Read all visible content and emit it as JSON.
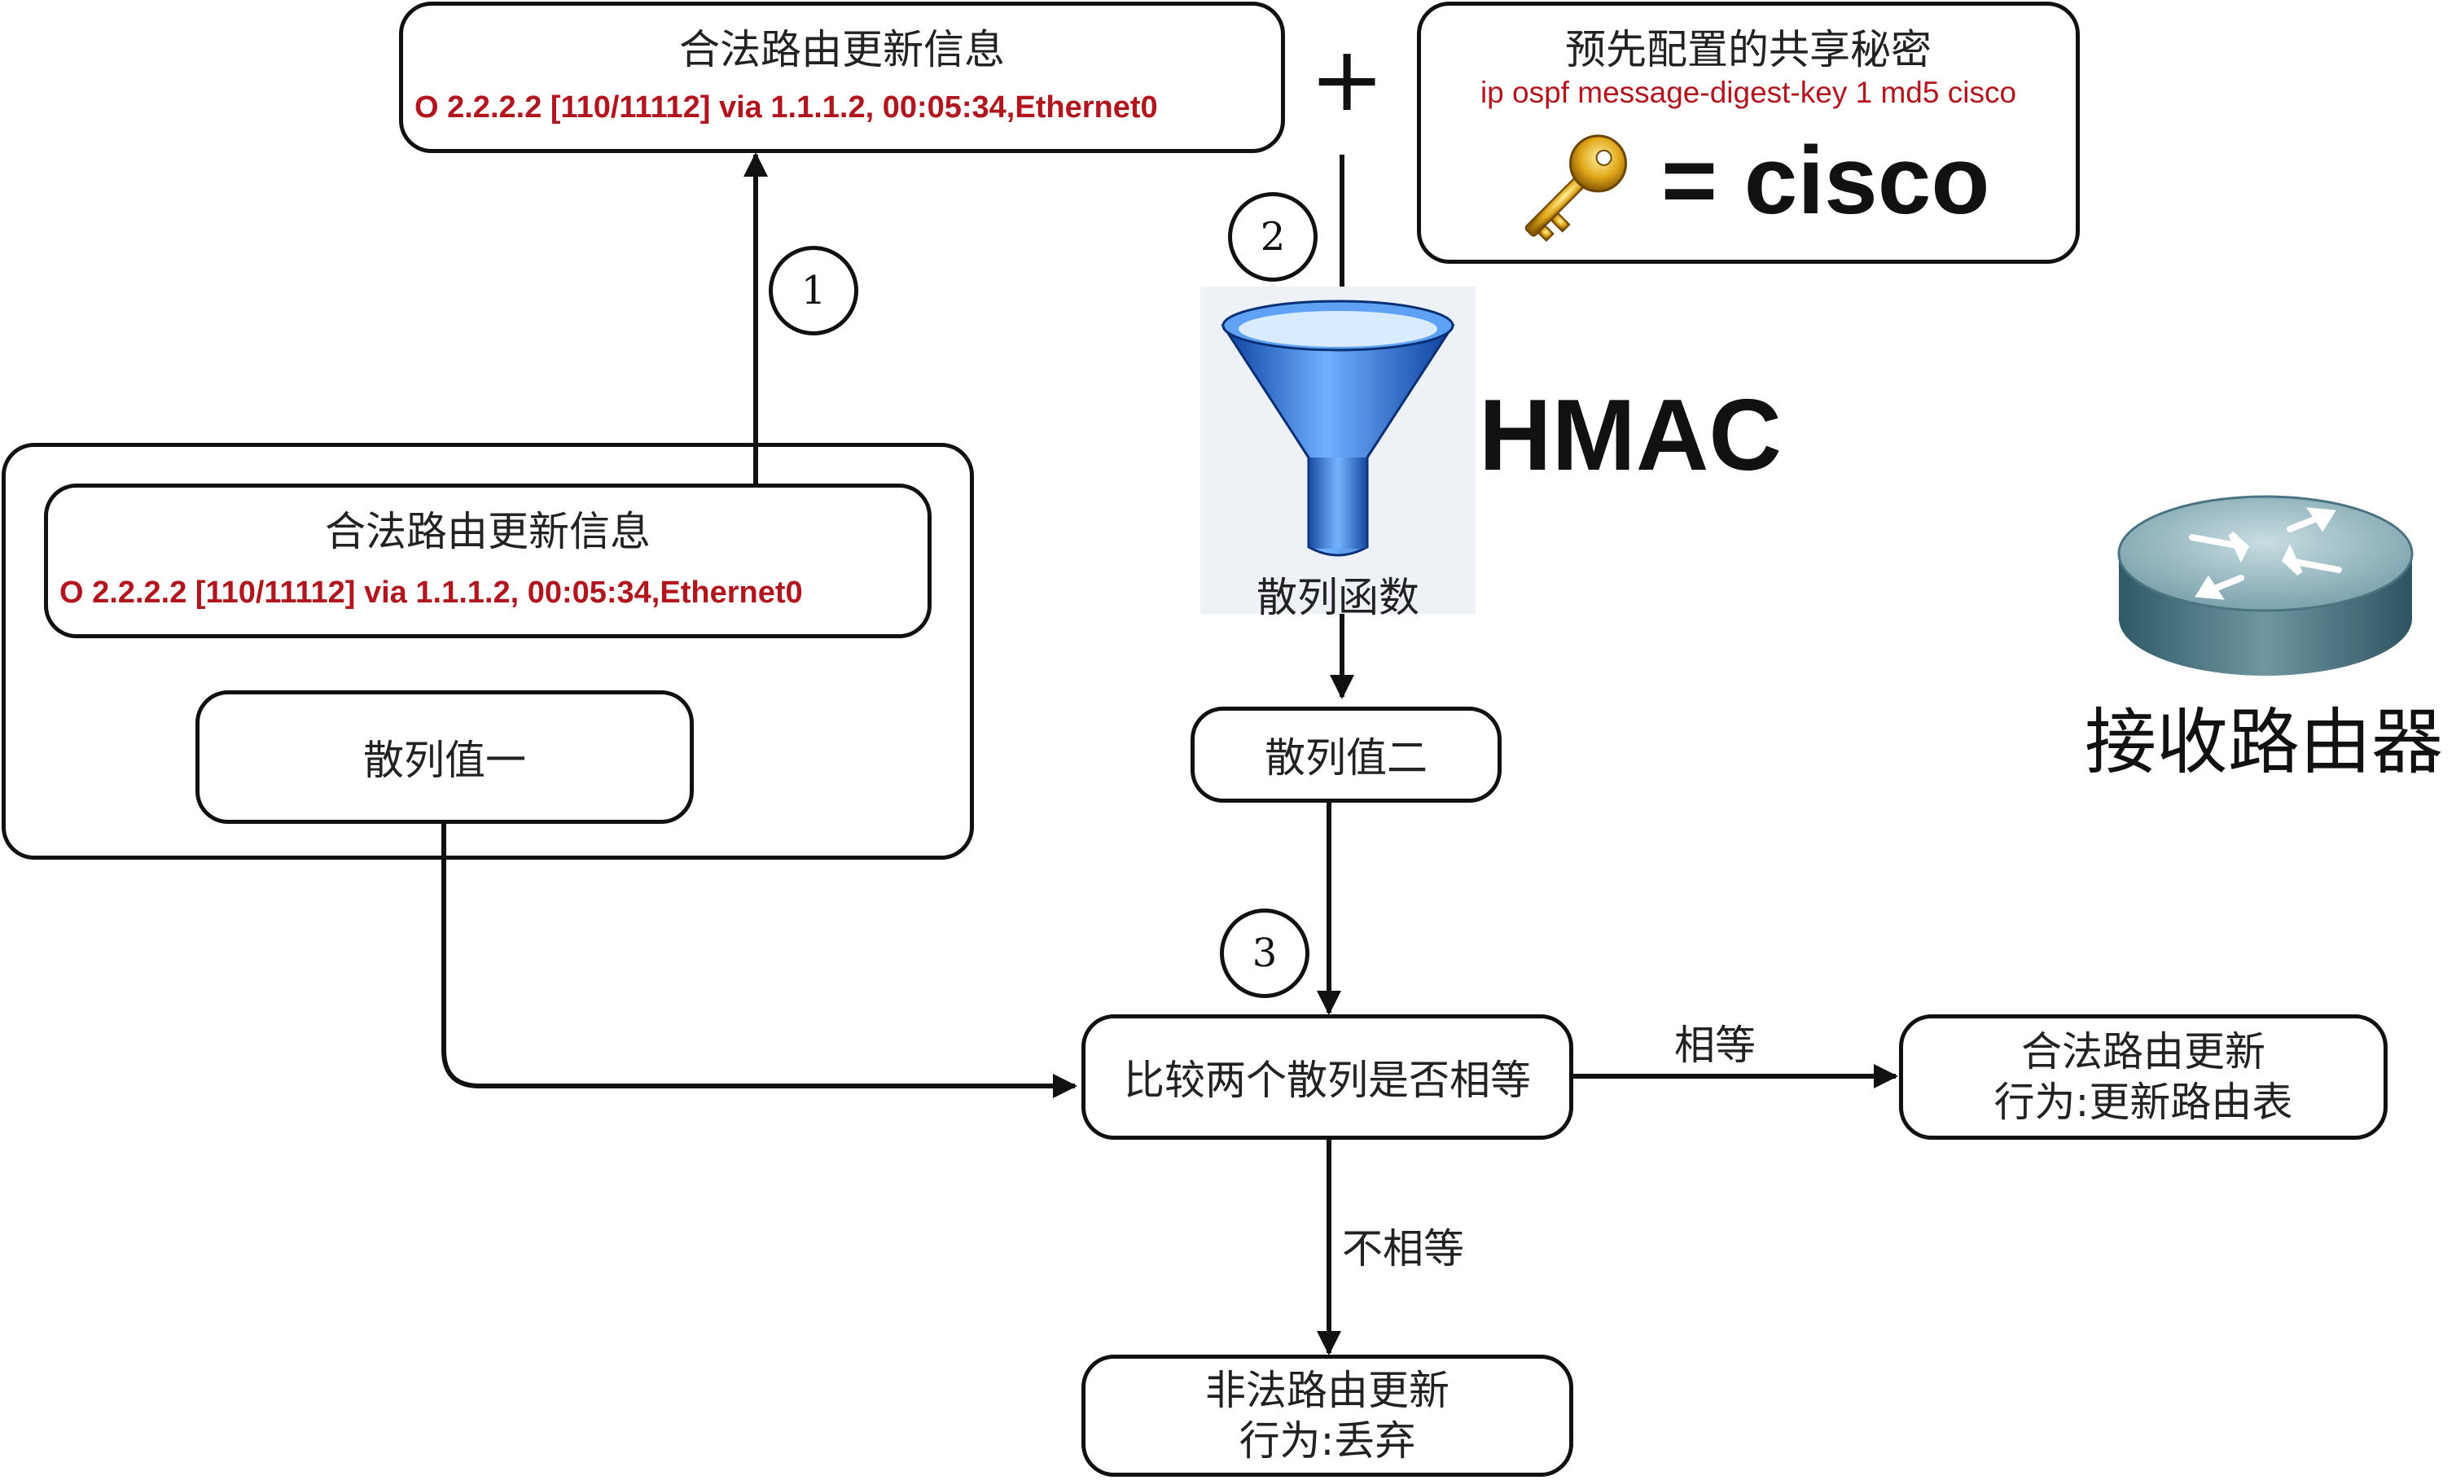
{
  "top_update": {
    "title": "合法路由更新信息",
    "route": "O    2.2.2.2 [110/11112] via 1.1.1.2, 00:05:34,Ethernet0"
  },
  "secret": {
    "title": "预先配置的共享秘密",
    "command": "ip ospf message-digest-key 1 md5 cisco",
    "equals": "= cisco",
    "icon": "key-icon"
  },
  "plus": "+",
  "hash": {
    "name": "HMAC",
    "function_label": "散列函数",
    "icon": "funnel-icon"
  },
  "inner_update": {
    "title": "合法路由更新信息",
    "route": "O    2.2.2.2 [110/11112] via 1.1.1.2, 00:05:34,Ethernet0"
  },
  "hash_one": "散列值一",
  "hash_two": "散列值二",
  "router": {
    "label": "接收路由器",
    "icon": "router-icon"
  },
  "steps": [
    "1",
    "2",
    "3"
  ],
  "compare": "比较两个散列是否相等",
  "equal_label": "相等",
  "not_equal_label": "不相等",
  "legit": {
    "line1": "合法路由更新",
    "line2": "行为:更新路由表"
  },
  "illegal": {
    "line1": "非法路由更新",
    "line2": "行为:丢弃"
  },
  "colors": {
    "route_text": "#b1151d",
    "funnel": "#1f63c8"
  }
}
